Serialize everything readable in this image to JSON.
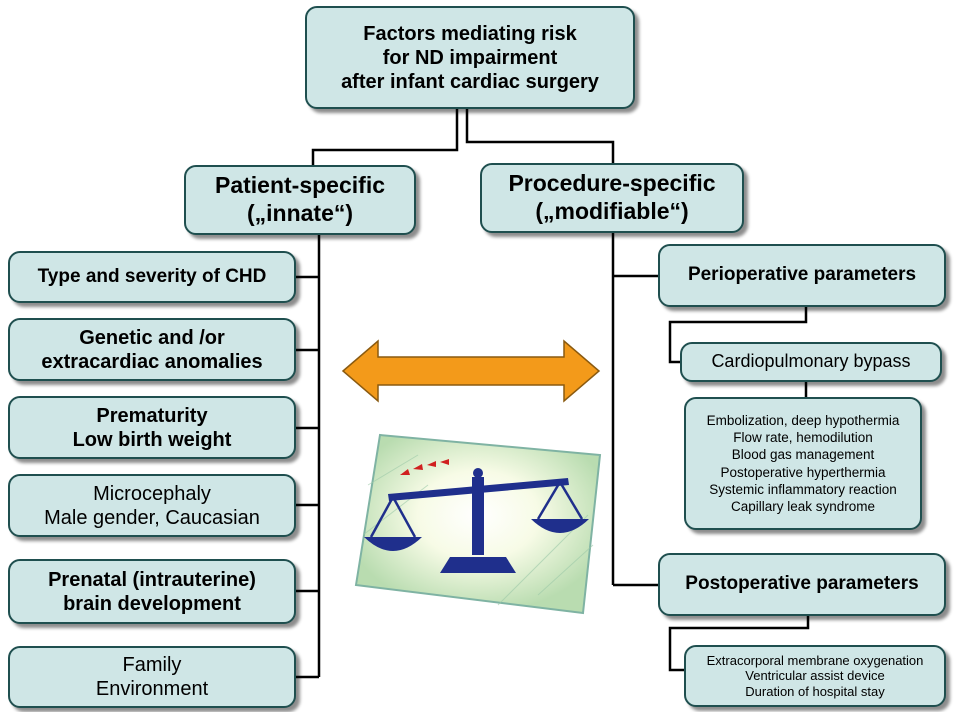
{
  "root": {
    "lines": [
      "Factors mediating risk",
      "for ND impairment",
      "after infant cardiac surgery"
    ]
  },
  "patient_specific": {
    "lines": [
      "Patient-specific",
      "(„innate“)"
    ],
    "items": [
      {
        "lines": [
          "Type and severity of CHD"
        ]
      },
      {
        "lines": [
          "Genetic and /or",
          "extracardiac anomalies"
        ]
      },
      {
        "lines": [
          "Prematurity",
          "Low birth weight"
        ]
      },
      {
        "lines": [
          "Microcephaly",
          "Male gender, Caucasian"
        ]
      },
      {
        "lines": [
          "Prenatal (intrauterine)",
          "brain development"
        ]
      },
      {
        "lines": [
          "Family",
          "Environment"
        ]
      }
    ]
  },
  "procedure_specific": {
    "lines": [
      "Procedure-specific",
      "(„modifiable“)"
    ],
    "perioperative": {
      "title": "Perioperative parameters",
      "cpb": "Cardiopulmonary bypass",
      "details": [
        "Embolization, deep hypothermia",
        "Flow rate, hemodilution",
        "Blood gas management",
        "Postoperative hyperthermia",
        "Systemic inflammatory reaction",
        "Capillary leak syndrome"
      ]
    },
    "postoperative": {
      "title": "Postoperative parameters",
      "details": [
        "Extracorporal membrane oxygenation",
        "Ventricular assist device",
        "Duration of hospital stay"
      ]
    }
  },
  "colors": {
    "box_fill": "#cfe6e6",
    "box_border": "#1f4f4f",
    "arrow": "#f39a1a",
    "scale": "#1f2f8c"
  },
  "icons": {
    "arrow": "double-headed-arrow",
    "image": "balance-scale"
  }
}
